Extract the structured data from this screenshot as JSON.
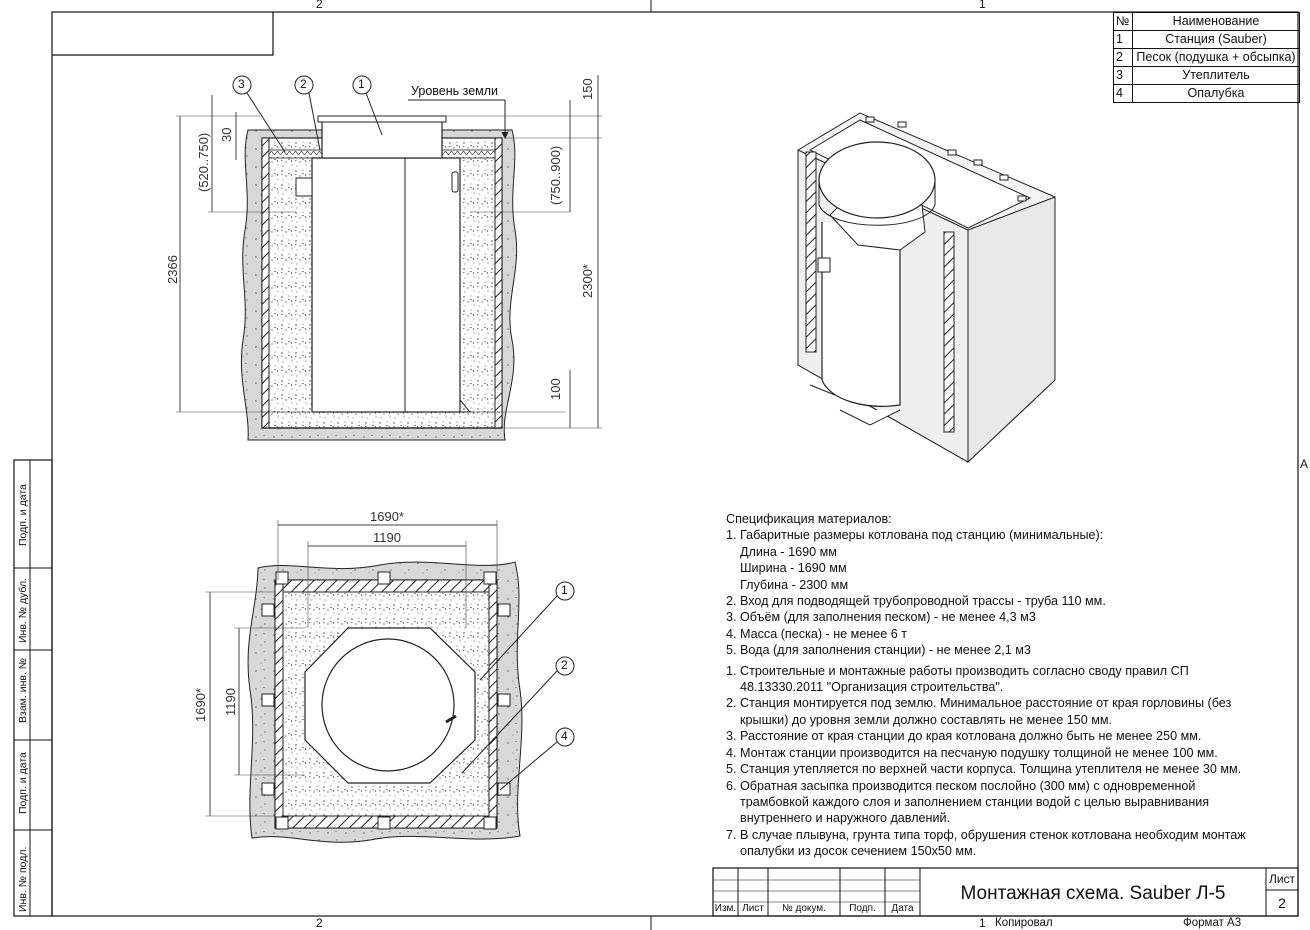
{
  "frame": {
    "zone_top_left": "2",
    "zone_top_right": "1",
    "zone_bottom_left": "2",
    "zone_bottom_right": "1",
    "zone_right": "A"
  },
  "legend": {
    "header_num": "№",
    "header_name": "Наименование",
    "items": [
      {
        "num": "1",
        "name": "Станция (Sauber)"
      },
      {
        "num": "2",
        "name": "Песок (подушка + обсыпка)"
      },
      {
        "num": "3",
        "name": "Утеплитель"
      },
      {
        "num": "4",
        "name": "Опалубка"
      }
    ]
  },
  "section_view": {
    "ground_label": "Уровень земли",
    "callouts": [
      "1",
      "2",
      "3"
    ],
    "dim_left_outer": "2366",
    "dim_left_range": "(520..750)",
    "dim_left_small": "30",
    "dim_right_top": "150",
    "dim_right_range": "(750..900)",
    "dim_right_total": "2300*",
    "dim_right_bottom": "100"
  },
  "plan_view": {
    "dim_top_outer": "1690*",
    "dim_top_inner": "1190",
    "dim_left_outer": "1690*",
    "dim_left_inner": "1190",
    "callouts": [
      "1",
      "2",
      "4"
    ]
  },
  "notes": {
    "title": "Спецификация материалов:",
    "spec": [
      "1. Габаритные размеры котлована под станцию (минимальные):",
      "Длина - 1690 мм",
      "Ширина - 1690 мм",
      "Глубина - 2300 мм",
      "2. Вход для подводящей трубопроводной трассы - труба 110 мм.",
      "3. Объём (для заполнения песком) - не менее 4,3 м3",
      "4. Масса (песка) - не менее 6 т",
      "5. Вода (для заполнения станции) - не менее 2,1 м3"
    ],
    "instructions": [
      "1. Строительные и монтажные работы производить согласно своду правил СП",
      "48.13330.2011 \"Организация строительства\".",
      "2. Станция монтируется под землю. Минимальное расстояние от края горловины (без",
      "крышки) до уровня земли должно составлять не менее 150 мм.",
      "3. Расстояние от края станции до края котлована должно быть не менее 250 мм.",
      "4. Монтаж станции производится на песчаную подушку толщиной не менее 100 мм.",
      "5. Станция утепляется по верхней части корпуса. Толщина утеплителя не менее 30 мм.",
      "6. Обратная засыпка производится песком послойно (300 мм) с одновременной",
      "трамбовкой каждого слоя и заполнением станции водой с целью выравнивания",
      "внутреннего и наружного давлений.",
      "7. В случае плывуна, грунта типа торф, обрушения стенок котлована необходим монтаж",
      "опалубки из досок сечением 150х50 мм."
    ]
  },
  "side_stamp": [
    "Подп. и дата",
    "Инв. № дубл.",
    "Взам. инв. №",
    "Подп. и дата",
    "Инв. № подл."
  ],
  "title_block": {
    "title": "Монтажная схема. Sauber Л-5",
    "sheet_label": "Лист",
    "sheet_num": "2",
    "col_izm": "Изм.",
    "col_list": "Лист",
    "col_doc": "№ докум.",
    "col_podp": "Подп.",
    "col_date": "Дата",
    "copied": "Копировал",
    "format": "Формат А3"
  }
}
